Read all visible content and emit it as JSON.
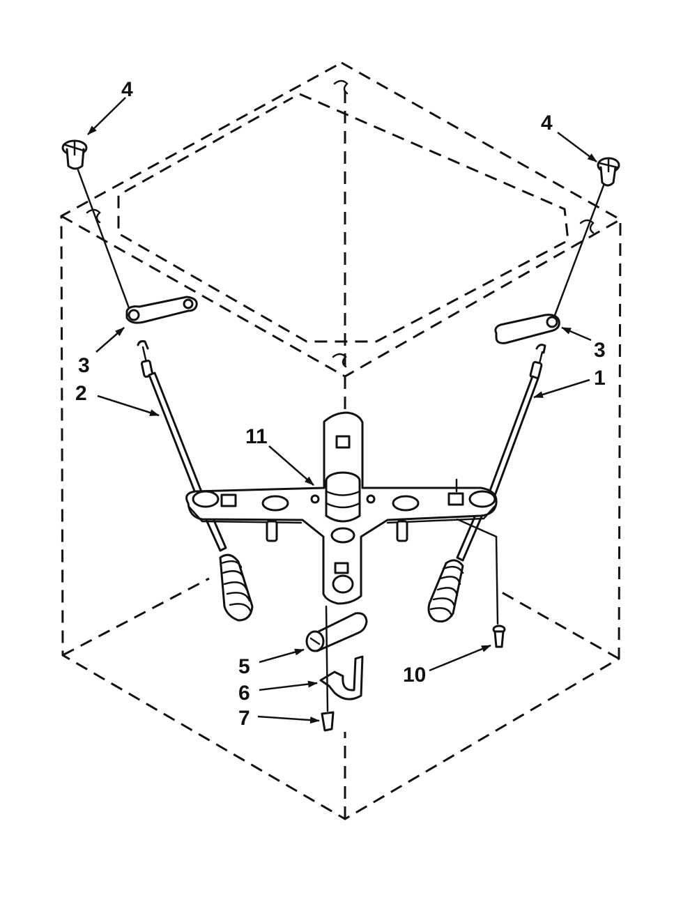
{
  "callouts": {
    "c1": "1",
    "c2": "2",
    "c3_left": "3",
    "c3_right": "3",
    "c4_left": "4",
    "c4_right": "4",
    "c5": "5",
    "c6": "6",
    "c7": "7",
    "c10": "10",
    "c11": "11"
  },
  "colors": {
    "line": "#111111",
    "background": "#ffffff"
  }
}
